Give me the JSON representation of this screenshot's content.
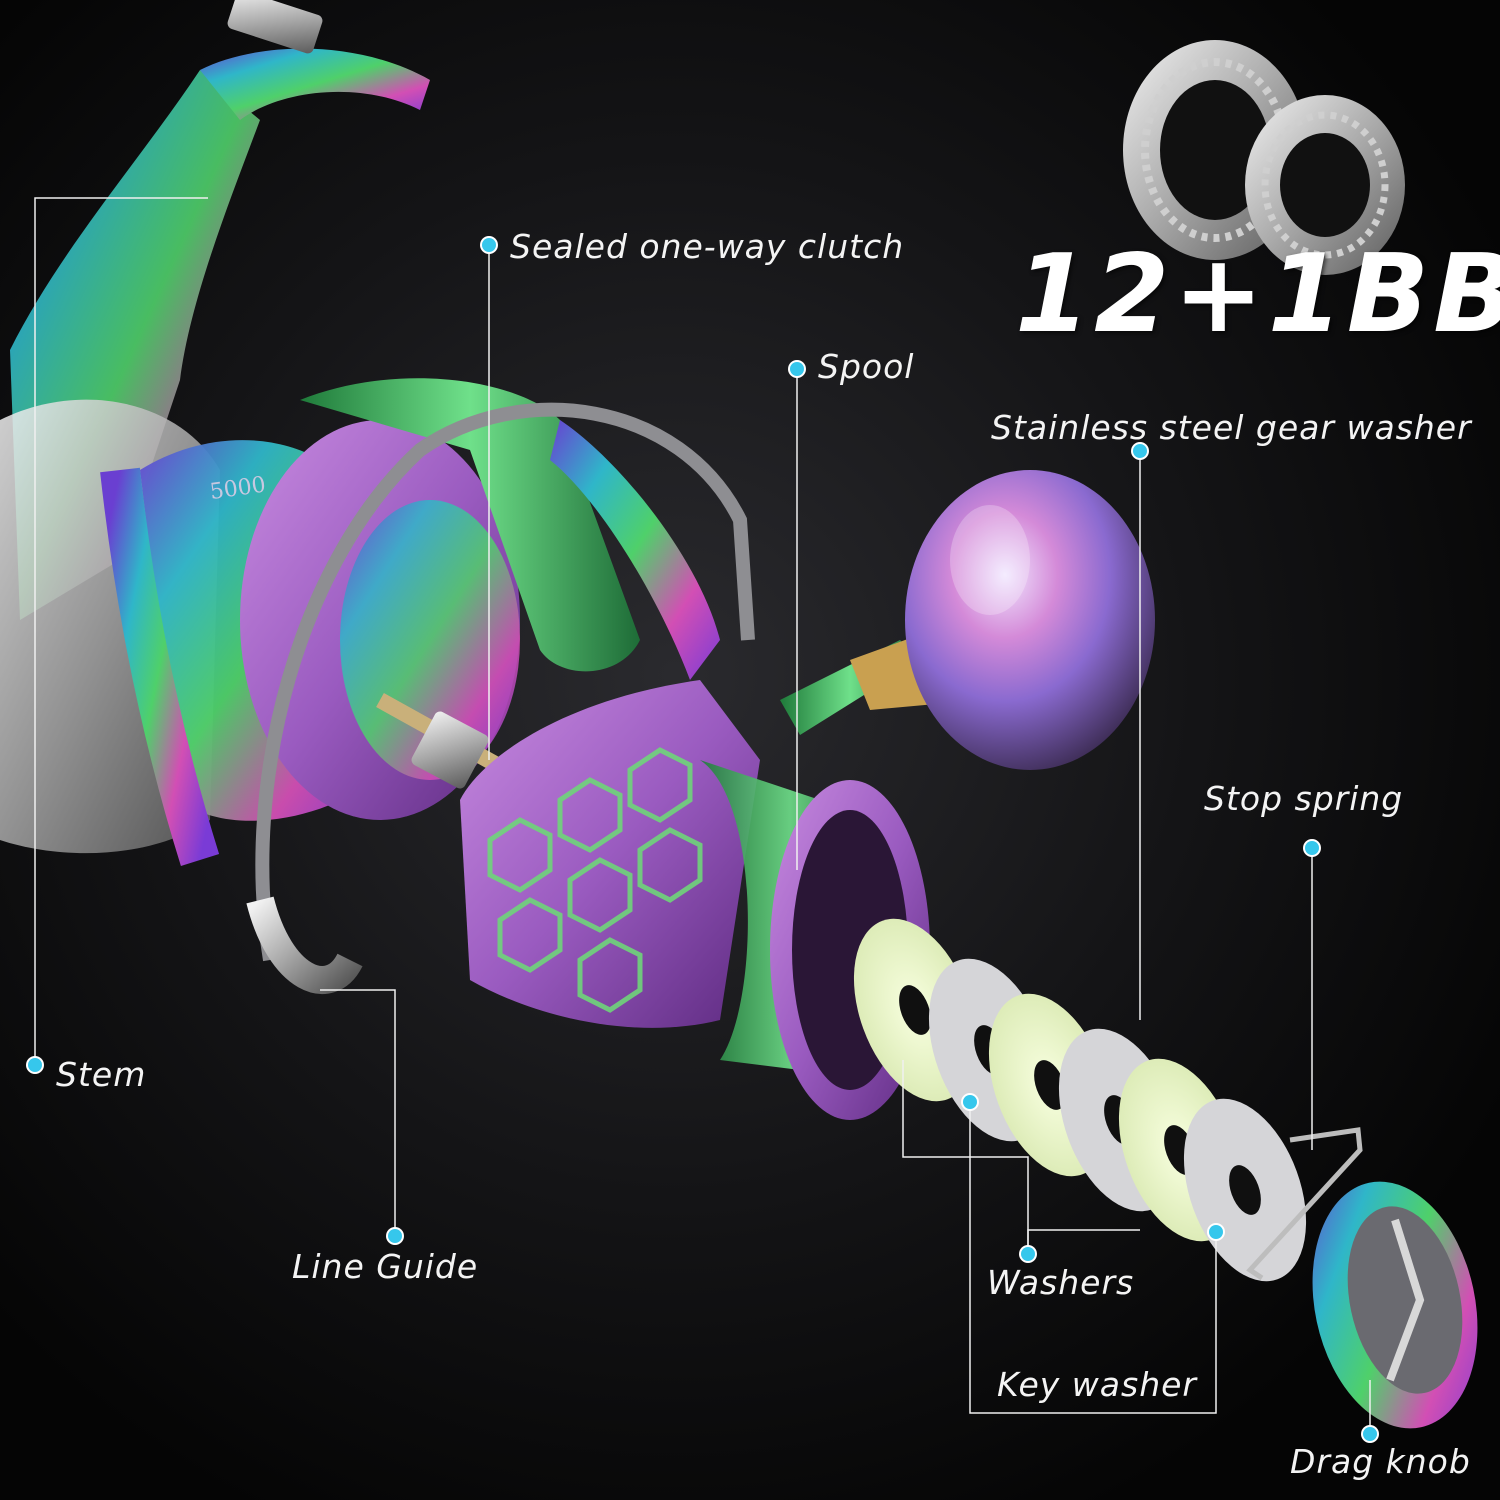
{
  "badge": {
    "text": "12+1BB",
    "icon": "ball-bearing-icon"
  },
  "reel_marking": "5000",
  "accent_color": "#36c7ec",
  "callouts": {
    "clutch": "Sealed one-way clutch",
    "spool": "Spool",
    "gear_washer": "Stainless steel gear washer",
    "stop_spring": "Stop spring",
    "stem": "Stem",
    "line_guide": "Line Guide",
    "washers": "Washers",
    "key_washer": "Key washer",
    "drag_knob": "Drag knob"
  }
}
